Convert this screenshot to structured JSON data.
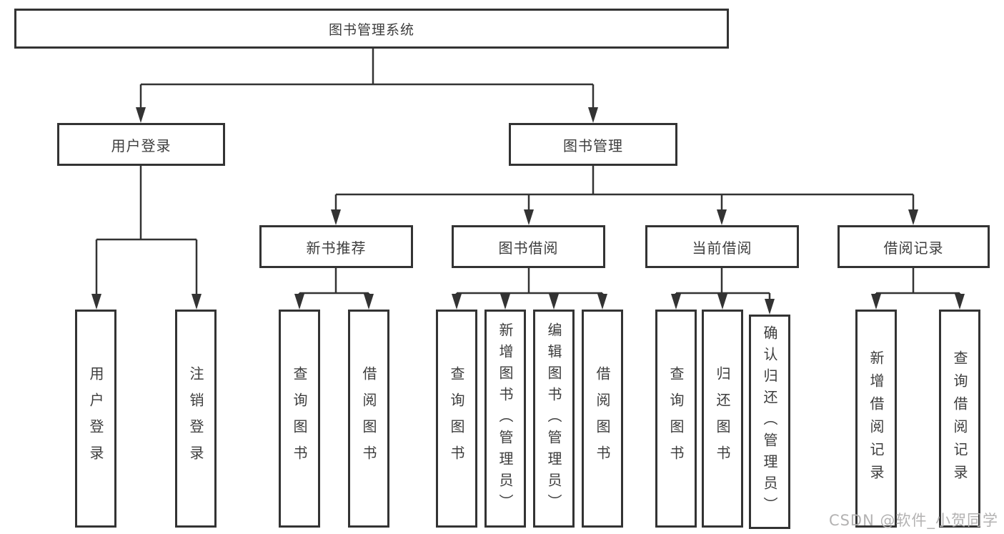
{
  "tree": {
    "root": "图书管理系统",
    "children": [
      {
        "label": "用户登录",
        "children": [
          {
            "label": "用户登录"
          },
          {
            "label": "注销登录"
          }
        ]
      },
      {
        "label": "图书管理",
        "children": [
          {
            "label": "新书推荐",
            "children": [
              {
                "label": "查询图书"
              },
              {
                "label": "借阅图书"
              }
            ]
          },
          {
            "label": "图书借阅",
            "children": [
              {
                "label": "查询图书"
              },
              {
                "label": "新增图书（管理员）"
              },
              {
                "label": "编辑图书（管理员）"
              },
              {
                "label": "借阅图书"
              }
            ]
          },
          {
            "label": "当前借阅",
            "children": [
              {
                "label": "查询图书"
              },
              {
                "label": "归还图书"
              },
              {
                "label": "确认归还（管理员）"
              }
            ]
          },
          {
            "label": "借阅记录",
            "children": [
              {
                "label": "新增借阅记录"
              },
              {
                "label": "查询借阅记录"
              }
            ]
          }
        ]
      }
    ]
  },
  "watermark": "CSDN @软件_小贺同学",
  "colors": {
    "line": "#333333",
    "box_border": "#333333",
    "text": "#3d3d3d",
    "background": "#ffffff",
    "watermark": "#b3b2b2"
  }
}
